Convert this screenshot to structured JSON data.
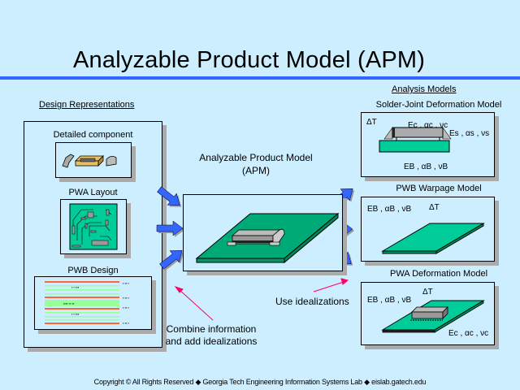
{
  "title": "Analyzable Product Model (APM)",
  "design_representations": {
    "heading": "Design Representations",
    "items": [
      {
        "label": "Detailed component"
      },
      {
        "label": "PWA Layout"
      },
      {
        "label": "PWB Design"
      }
    ]
  },
  "apm": {
    "label_line1": "Analyzable Product Model",
    "label_line2": "(APM)"
  },
  "analysis_models": {
    "heading": "Analysis Models",
    "models": [
      {
        "label": "Solder-Joint Deformation Model",
        "delta_t": "ΔT",
        "component_props": "Ec , αc , νc",
        "solder_props": "Es , αs , νs",
        "board_props": "EB , αB , νB"
      },
      {
        "label": "PWB Warpage Model",
        "board_props": "EB , αB , νB",
        "delta_t": "ΔT"
      },
      {
        "label": "PWA Deformation Model",
        "board_props": "EB , αB , νB",
        "delta_t": "ΔT",
        "component_props": "Ec , αc , νc"
      }
    ]
  },
  "annotations": {
    "combine_line1": "Combine information",
    "combine_line2": "and add idealizations",
    "use_idealizations": "Use idealizations"
  },
  "footer": "Copyright © All Rights Reserved  ◆  Georgia Tech Engineering Information Systems Lab ◆ eislab.gatech.edu",
  "colors": {
    "background": "#cceeff",
    "rule": "#3366ff",
    "arrow": "#3366ff",
    "board": "#00cc99",
    "annotation_arrow": "#ff0066"
  }
}
